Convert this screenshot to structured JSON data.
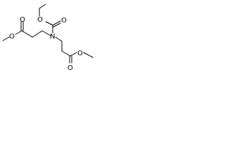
{
  "molecule": {
    "atoms": [
      {
        "id": "o_carbonyl_top",
        "element": "O"
      },
      {
        "id": "o_ester_top",
        "element": "O"
      },
      {
        "id": "o_carbamate_ether",
        "element": "O"
      },
      {
        "id": "o_carbamate_carbonyl",
        "element": "O"
      },
      {
        "id": "n_center",
        "element": "N"
      },
      {
        "id": "o_carbonyl_bottom",
        "element": "O"
      },
      {
        "id": "o_ester_bottom",
        "element": "O"
      }
    ],
    "colors": {
      "bond": "#000000",
      "label": "#000000",
      "background": "#ffffff"
    }
  }
}
